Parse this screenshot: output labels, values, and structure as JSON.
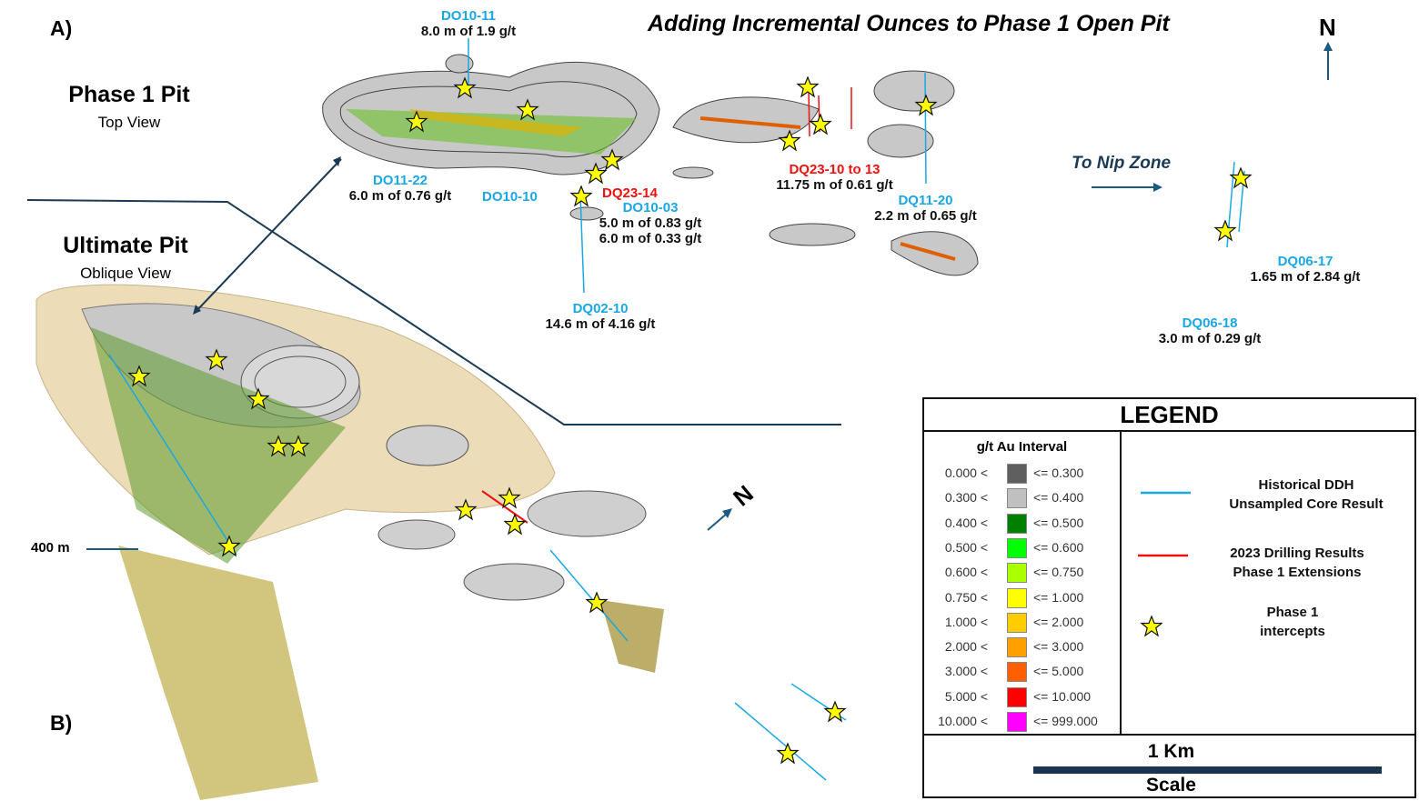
{
  "title": "Adding Incremental Ounces to Phase 1 Open Pit",
  "panel_a": {
    "label": "A)",
    "heading": "Phase 1 Pit",
    "subheading": "Top View",
    "north": "N"
  },
  "panel_b": {
    "label": "B)",
    "heading": "Ultimate Pit",
    "subheading": "Oblique View",
    "north": "N",
    "depth_label": "400 m"
  },
  "to_nip_zone": "To Nip Zone",
  "drillholes": [
    {
      "id": "DO10-11",
      "result": "8.0 m of 1.9 g/t",
      "type": "historical"
    },
    {
      "id": "DO11-22",
      "result": "6.0 m of 0.76 g/t",
      "type": "historical"
    },
    {
      "id": "DO10-10",
      "result": "",
      "type": "historical"
    },
    {
      "id": "DQ23-14",
      "result": "",
      "type": "2023"
    },
    {
      "id": "DO10-03",
      "result": "5.0 m of 0.83 g/t",
      "result2": "6.0 m of 0.33 g/t",
      "type": "historical"
    },
    {
      "id": "DQ02-10",
      "result": "14.6 m of 4.16 g/t",
      "type": "historical"
    },
    {
      "id": "DQ23-10 to 13",
      "result": "11.75 m of 0.61 g/t",
      "type": "2023"
    },
    {
      "id": "DQ11-20",
      "result": "2.2 m of 0.65 g/t",
      "type": "historical"
    },
    {
      "id": "DQ06-17",
      "result": "1.65 m of 2.84 g/t",
      "type": "historical"
    },
    {
      "id": "DQ06-18",
      "result": "3.0 m of 0.29 g/t",
      "type": "historical"
    }
  ],
  "legend": {
    "title": "LEGEND",
    "interval_title": "g/t Au Interval",
    "intervals": [
      {
        "low": "0.000 <",
        "high": "<= 0.300",
        "color": "#5f5f5f"
      },
      {
        "low": "0.300 <",
        "high": "<= 0.400",
        "color": "#c0c0c0"
      },
      {
        "low": "0.400 <",
        "high": "<= 0.500",
        "color": "#007f00"
      },
      {
        "low": "0.500 <",
        "high": "<= 0.600",
        "color": "#00ff00"
      },
      {
        "low": "0.600 <",
        "high": "<= 0.750",
        "color": "#aaff00"
      },
      {
        "low": "0.750 <",
        "high": "<= 1.000",
        "color": "#ffff00"
      },
      {
        "low": "1.000 <",
        "high": "<= 2.000",
        "color": "#ffcc00"
      },
      {
        "low": "2.000 <",
        "high": "<= 3.000",
        "color": "#ff9f00"
      },
      {
        "low": "3.000 <",
        "high": "<= 5.000",
        "color": "#ff5f00"
      },
      {
        "low": "5.000 <",
        "high": "<= 10.000",
        "color": "#ff0000"
      },
      {
        "low": "10.000 <",
        "high": "<= 999.000",
        "color": "#ff00ff"
      }
    ],
    "symbols": [
      {
        "line1": "Historical DDH",
        "line2": "Unsampled Core Result",
        "color": "#1aa7e6"
      },
      {
        "line1": "2023 Drilling Results",
        "line2": "Phase 1 Extensions",
        "color": "#f01010"
      },
      {
        "line1": "Phase 1",
        "line2": "intercepts",
        "color": "#ffff00"
      }
    ],
    "scale_value": "1 Km",
    "scale_label": "Scale"
  }
}
